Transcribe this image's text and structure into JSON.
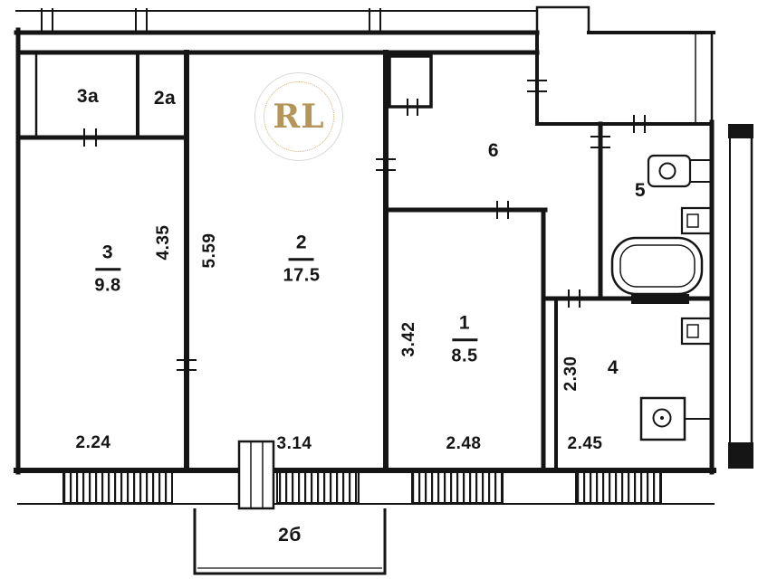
{
  "plan": {
    "logo": {
      "text": "RL"
    },
    "rooms": [
      {
        "label": "3а"
      },
      {
        "label": "2а"
      },
      {
        "label": "3",
        "area": "9.8"
      },
      {
        "label": "2",
        "area": "17.5"
      },
      {
        "label": "1",
        "area": "8.5"
      },
      {
        "label": "6"
      },
      {
        "label": "5"
      },
      {
        "label": "4"
      },
      {
        "label": "2б"
      }
    ],
    "dimensions": {
      "room3_depth": "4.35",
      "room2_depth": "5.59",
      "room1_depth": "3.42",
      "room4_depth": "2.30",
      "room3_width": "2.24",
      "room2_width": "3.14",
      "room1_width": "2.48",
      "room4_width": "2.45"
    },
    "colors": {
      "ink": "#151515",
      "logo_gold": "#b4965a",
      "paper": "#ffffff"
    }
  }
}
